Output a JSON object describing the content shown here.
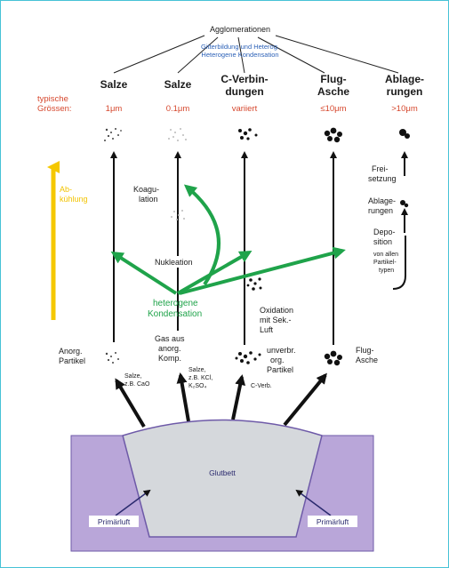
{
  "top": {
    "title": "Agglomerationen",
    "mechanism_line1": "Gitterbildung und Heterog.",
    "mechanism_line2": "Heterogene Kondensation"
  },
  "columns": [
    {
      "head1": "Salze",
      "head2": "",
      "size": "1μm"
    },
    {
      "head1": "Salze",
      "head2": "",
      "size": "0.1μm"
    },
    {
      "head1": "C-Verbin-",
      "head2": "dungen",
      "size": "variiert"
    },
    {
      "head1": "Flug-",
      "head2": "Asche",
      "size": "≤10μm"
    },
    {
      "head1": "Ablage-",
      "head2": "rungen",
      "size": ">10μm"
    }
  ],
  "sizes_label": {
    "line1": "typische",
    "line2": "Grössen:"
  },
  "cooling": {
    "line1": "Ab-",
    "line2": "kühlung"
  },
  "processes": {
    "koagulation": [
      "Koagu-",
      "lation"
    ],
    "nukleation": "Nukleation",
    "kondensation": [
      "heterogene",
      "Kondensation"
    ],
    "oxidation": [
      "Oxidation",
      "mit Sek.-",
      "Luft"
    ],
    "freisetzung": [
      "Frei-",
      "setzung"
    ],
    "ablagerungen": [
      "Ablage-",
      "rungen"
    ],
    "deposition": [
      "Depo-",
      "sition"
    ],
    "deposition_sub": [
      "von allen",
      "Partikel-",
      "typen"
    ]
  },
  "sources": {
    "anorg_partikel": [
      "Anorg.",
      "Partikel"
    ],
    "anorg_partikel_sub": [
      "Salze,",
      "z.B. CaO"
    ],
    "gas_anorg": [
      "Gas aus",
      "anorg.",
      "Komp."
    ],
    "gas_anorg_sub": [
      "Salze,",
      "z.B. KCl,",
      "K₂SO₄"
    ],
    "c_verb_sub": "C-Verb.",
    "unverbr": [
      "unverbr.",
      "org.",
      "Partikel"
    ],
    "flugasche": [
      "Flug-",
      "Asche"
    ]
  },
  "bed": {
    "glutbett": "Glutbett",
    "primaerluft_left": "Primärluft",
    "primaerluft_right": "Primärluft"
  },
  "colors": {
    "arrow_black": "#111111",
    "arrow_green": "#1fa34a",
    "cooling_yellow": "#f5c800",
    "size_red": "#d6482e",
    "bed_purple": "#b9a6d9",
    "bed_inner": "#d5d8dc",
    "frame": "#47c2d6"
  }
}
